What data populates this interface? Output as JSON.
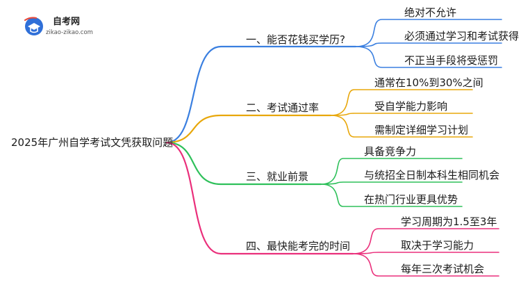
{
  "logo": {
    "brand": "自考网",
    "url": "zikao-zikao.com"
  },
  "root": {
    "label": "2025年广州自学考试文凭获取问题"
  },
  "branches": [
    {
      "label": "一、能否花钱买学历?",
      "color": "#3a7fe0",
      "children": [
        "绝对不允许",
        "必须通过学习和考试获得",
        "不正当手段将受惩罚"
      ]
    },
    {
      "label": "二、考试通过率",
      "color": "#e8a70a",
      "children": [
        "通常在10%到30%之间",
        "受自学能力影响",
        "需制定详细学习计划"
      ]
    },
    {
      "label": "三、就业前景",
      "color": "#2ec05a",
      "children": [
        "具备竞争力",
        "与统招全日制本科生相同机会",
        "在热门行业更具优势"
      ]
    },
    {
      "label": "四、最快能考完的时间",
      "color": "#ea2f7b",
      "children": [
        "学习周期为1.5至3年",
        "取决于学习能力",
        "每年三次考试机会"
      ]
    }
  ]
}
